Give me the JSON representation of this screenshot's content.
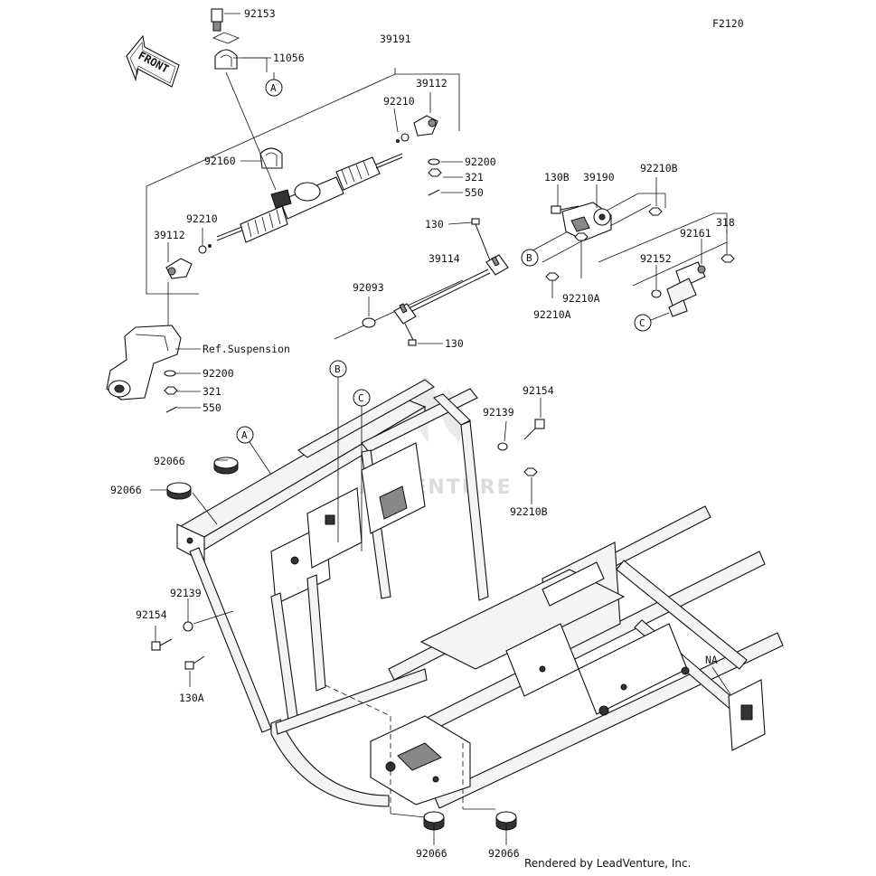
{
  "figure_code": "F2120",
  "front_label": "FRONT",
  "credit": "Rendered by LeadVenture, Inc.",
  "watermark": "ADVENTURE",
  "callouts": {
    "A_top": "A",
    "A_frame": "A",
    "B_bracket": "B",
    "B_frame": "B",
    "C_damper": "C",
    "C_frame": "C"
  },
  "parts": {
    "p92153": "92153",
    "p11056": "11056",
    "p39191": "39191",
    "p39112_right": "39112",
    "p92210_right": "92210",
    "p92160": "92160",
    "p92200_right": "92200",
    "p321_right": "321",
    "p550_right": "550",
    "p92210_left": "92210",
    "p39112_left": "39112",
    "ref_suspension": "Ref.Suspension",
    "p92200_left": "92200",
    "p321_left": "321",
    "p550_left": "550",
    "p130B": "130B",
    "p39190": "39190",
    "p92210B_top": "92210B",
    "p130_top": "130",
    "p39114": "39114",
    "p92093": "92093",
    "p130_bottom": "130",
    "p318": "318",
    "p92161": "92161",
    "p92152": "92152",
    "p92210A_upper": "92210A",
    "p92210A_lower": "92210A",
    "p92154_right": "92154",
    "p92139_right": "92139",
    "p92210B_frame": "92210B",
    "p92066_top": "92066",
    "p92066_left": "92066",
    "p92139_left": "92139",
    "p92154_left": "92154",
    "p130A": "130A",
    "NA": "NA",
    "p92066_bottom_left": "92066",
    "p92066_bottom_right": "92066"
  }
}
